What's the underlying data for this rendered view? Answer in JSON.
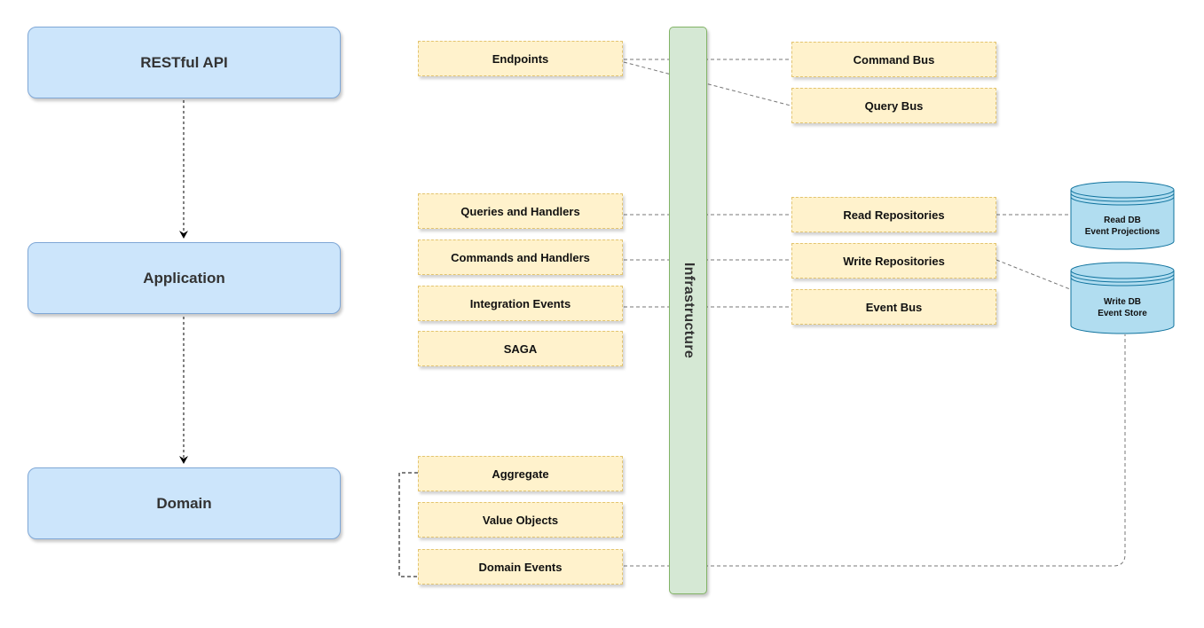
{
  "layers": {
    "restful_api": "RESTful API",
    "application": "Application",
    "domain": "Domain"
  },
  "application_components": {
    "endpoints": "Endpoints",
    "queries_handlers": "Queries and Handlers",
    "commands_handlers": "Commands and Handlers",
    "integration_events": "Integration Events",
    "saga": "SAGA"
  },
  "domain_components": {
    "aggregate": "Aggregate",
    "value_objects": "Value Objects",
    "domain_events": "Domain Events"
  },
  "infrastructure": {
    "label": "Infrastructure",
    "command_bus": "Command Bus",
    "query_bus": "Query Bus",
    "read_repositories": "Read Repositories",
    "write_repositories": "Write Repositories",
    "event_bus": "Event Bus"
  },
  "databases": {
    "read_db": {
      "line1": "Read DB",
      "line2": "Event Projections"
    },
    "write_db": {
      "line1": "Write DB",
      "line2": "Event Store"
    }
  },
  "colors": {
    "layer_fill": "#cce5fb",
    "layer_stroke": "#7fa7d6",
    "component_fill": "#fff2cc",
    "component_stroke": "#e3c46f",
    "infra_fill": "#d5e8d4",
    "infra_stroke": "#82b366",
    "db_fill": "#b1ddf0",
    "db_stroke": "#10739e"
  }
}
